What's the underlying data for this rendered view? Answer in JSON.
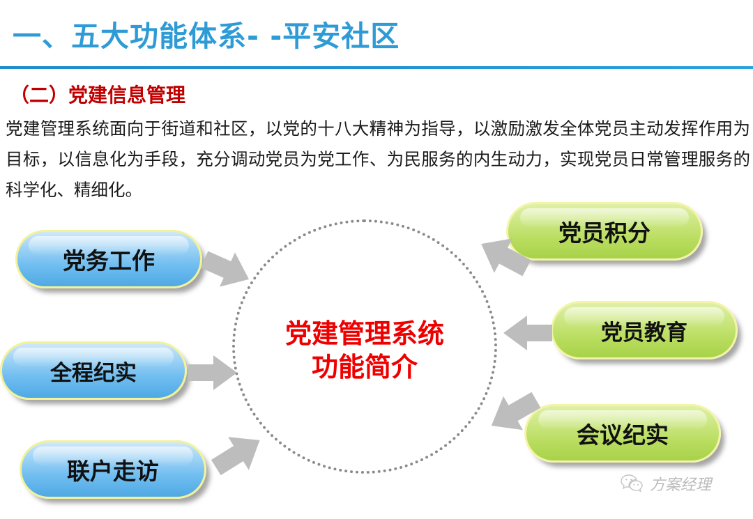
{
  "header": {
    "title": "一、五大功能体系- -平安社区",
    "title_color": "#2e9bd6",
    "rule_color": "#1f93d2"
  },
  "section": {
    "subtitle": "（二）党建信息管理",
    "subtitle_color": "#c00000",
    "paragraph": "党建管理系统面向于街道和社区，以党的十八大精神为指导，以激励激发全体党员主动发挥作用为目标，以信息化为手段，充分调动党员为党工作、为民服务的内生动力，实现党员日常管理服务的科学化、精细化。"
  },
  "diagram": {
    "center": {
      "line1": "党建管理系统",
      "line2": "功能简介",
      "text_color": "#ee0000",
      "border_style": "dotted",
      "border_color": "#8a8a8a"
    },
    "left_nodes": [
      {
        "label": "党务工作",
        "color": "#6fbdf0",
        "border": "#f2f29a"
      },
      {
        "label": "全程纪实",
        "color": "#6fbdf0",
        "border": "#f2f29a"
      },
      {
        "label": "联户走访",
        "color": "#6fbdf0",
        "border": "#f2f29a"
      }
    ],
    "right_nodes": [
      {
        "label": "党员积分",
        "color": "#b9dd5f",
        "border": "#f4f4a8"
      },
      {
        "label": "党员教育",
        "color": "#b9dd5f",
        "border": "#f4f4a8"
      },
      {
        "label": "会议纪实",
        "color": "#b9dd5f",
        "border": "#f4f4a8"
      }
    ],
    "arrow_color": "#b3b3b3",
    "arrows": [
      {
        "name": "arrow-dangwu-to-center",
        "direction": "right-down"
      },
      {
        "name": "arrow-quancheng-to-center",
        "direction": "right"
      },
      {
        "name": "arrow-lianhu-to-center",
        "direction": "right-up"
      },
      {
        "name": "arrow-jifen-to-center",
        "direction": "left-down"
      },
      {
        "name": "arrow-jiaoyu-to-center",
        "direction": "left"
      },
      {
        "name": "arrow-huiyi-to-center",
        "direction": "left-up"
      }
    ]
  },
  "watermark": {
    "icon": "wechat-icon",
    "text": "方案经理"
  }
}
